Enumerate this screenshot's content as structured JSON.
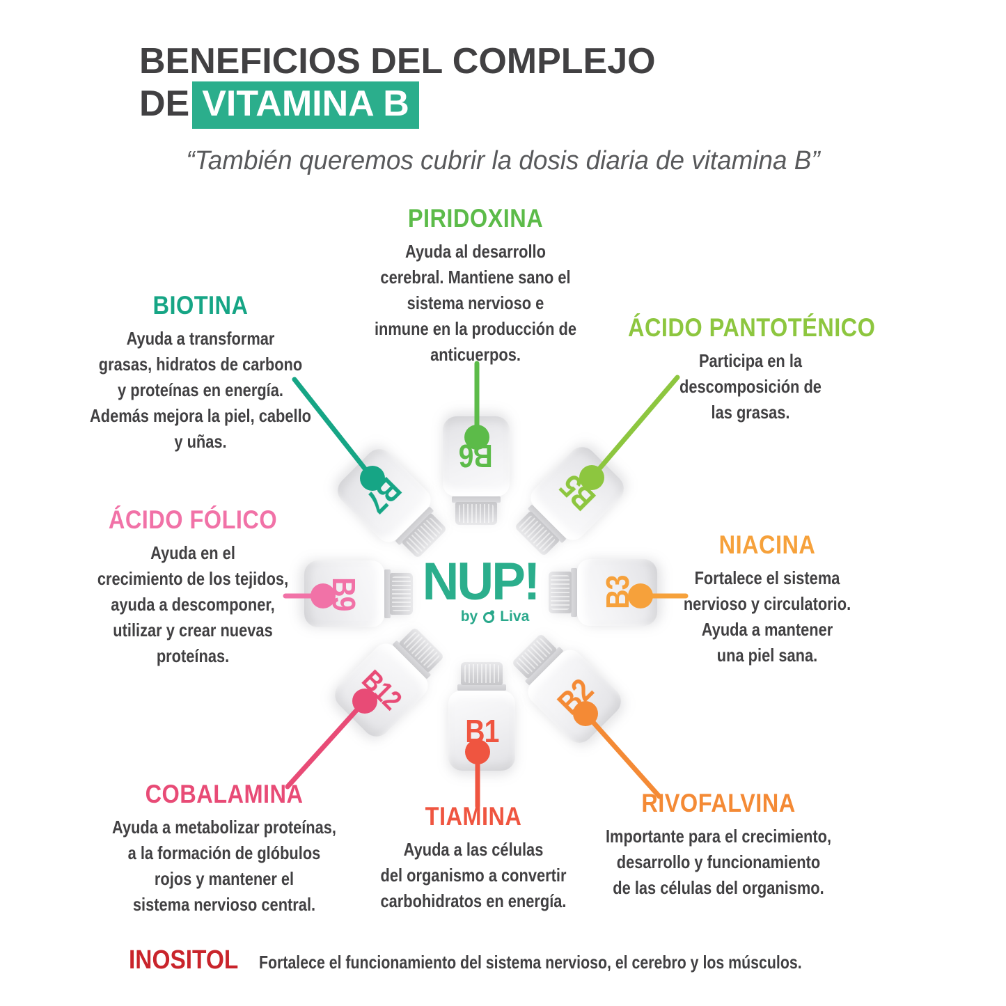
{
  "colors": {
    "brand_green": "#2bae8c",
    "title_text": "#414042",
    "body_text": "#414042",
    "quote_text": "#58595b"
  },
  "header": {
    "title_line1": "BENEFICIOS DEL COMPLEJO",
    "title_line2_prefix": "DE",
    "title_line2_highlight": "VITAMINA B"
  },
  "quote": "“También queremos cubrir la dosis diaria de vitamina B”",
  "brand": {
    "logo_text": "NUP!",
    "byline_by": "by",
    "byline_name": "Liva"
  },
  "vitamins": [
    {
      "id": "piridoxina",
      "name": "PIRIDOXINA",
      "bottle_label": "B6",
      "color": "#5cbb49",
      "description": "Ayuda al desarrollo\ncerebral. Mantiene sano el\nsistema nervioso e\ninmune en la producción de\nanticuerpos."
    },
    {
      "id": "acido-pantotenico",
      "name": "ÁCIDO PANTOTÉNICO",
      "bottle_label": "B5",
      "color": "#8dc63f",
      "description": "Participa en la\ndescomposición de\nlas grasas."
    },
    {
      "id": "biotina",
      "name": "BIOTINA",
      "bottle_label": "B7",
      "color": "#16a585",
      "description": "Ayuda a transformar\ngrasas, hidratos de carbono\ny proteínas en energía.\nAdemás mejora la piel, cabello\ny uñas."
    },
    {
      "id": "acido-folico",
      "name": "ÁCIDO FÓLICO",
      "bottle_label": "B9",
      "color": "#f172a7",
      "description": "Ayuda en el\ncrecimiento de los tejidos,\nayuda a descomponer,\nutilizar y crear nuevas\nproteínas."
    },
    {
      "id": "niacina",
      "name": "NIACINA",
      "bottle_label": "B3",
      "color": "#f6a13b",
      "description": "Fortalece el sistema\nnervioso y circulatorio.\nAyuda a mantener\nuna piel sana."
    },
    {
      "id": "cobalamina",
      "name": "COBALAMINA",
      "bottle_label": "B12",
      "color": "#e84b76",
      "description": "Ayuda a metabolizar proteínas,\na la formación de glóbulos\nrojos y mantener el\nsistema nervioso central."
    },
    {
      "id": "tiamina",
      "name": "TIAMINA",
      "bottle_label": "B1",
      "color": "#ef5540",
      "description": "Ayuda a las células\ndel organismo a convertir\ncarbohidratos en energía."
    },
    {
      "id": "rivofalvina",
      "name": "RIVOFALVINA",
      "bottle_label": "B2",
      "color": "#f48a35",
      "description": "Importante para el crecimiento,\ndesarrollo y funcionamiento\nde las células del organismo."
    }
  ],
  "footer": {
    "name": "INOSITOL",
    "color": "#c9242b",
    "description": "Fortalece el funcionamiento del sistema nervioso, el cerebro y los músculos."
  }
}
